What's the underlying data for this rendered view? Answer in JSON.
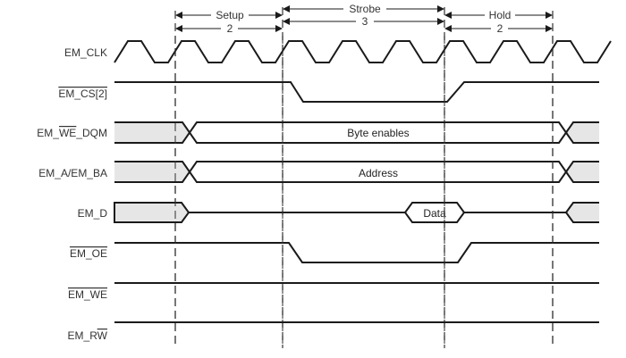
{
  "diagram": {
    "title": "Asynchronous read timing",
    "signals": [
      {
        "id": "clk",
        "label_parts": [
          {
            "text": "EM_CLK",
            "bar": false
          }
        ]
      },
      {
        "id": "cs",
        "label_parts": [
          {
            "text": "EM_CS[2]",
            "bar": true
          }
        ]
      },
      {
        "id": "dqm",
        "label_parts": [
          {
            "text": "EM_",
            "bar": false
          },
          {
            "text": "WE",
            "bar": true
          },
          {
            "text": "_DQM",
            "bar": false
          }
        ],
        "bus_label": "Byte enables"
      },
      {
        "id": "addr",
        "label_parts": [
          {
            "text": "EM_A/EM_BA",
            "bar": false
          }
        ],
        "bus_label": "Address"
      },
      {
        "id": "data",
        "label_parts": [
          {
            "text": "EM_D",
            "bar": false
          }
        ],
        "bus_label": "Data"
      },
      {
        "id": "oe",
        "label_parts": [
          {
            "text": "EM_OE",
            "bar": true
          }
        ]
      },
      {
        "id": "we",
        "label_parts": [
          {
            "text": "EM_WE",
            "bar": true
          }
        ]
      },
      {
        "id": "rw",
        "label_parts": [
          {
            "text": "EM_R",
            "bar": false
          },
          {
            "text": "W",
            "bar": true
          }
        ]
      }
    ],
    "phases": [
      {
        "name": "Setup",
        "cycles": "2"
      },
      {
        "name": "Strobe",
        "cycles": "3"
      },
      {
        "name": "Hold",
        "cycles": "2"
      }
    ],
    "colors": {
      "line": "#1a1a1a",
      "bus_fill_invalid": "#e6e6e6",
      "text": "#333333"
    }
  }
}
